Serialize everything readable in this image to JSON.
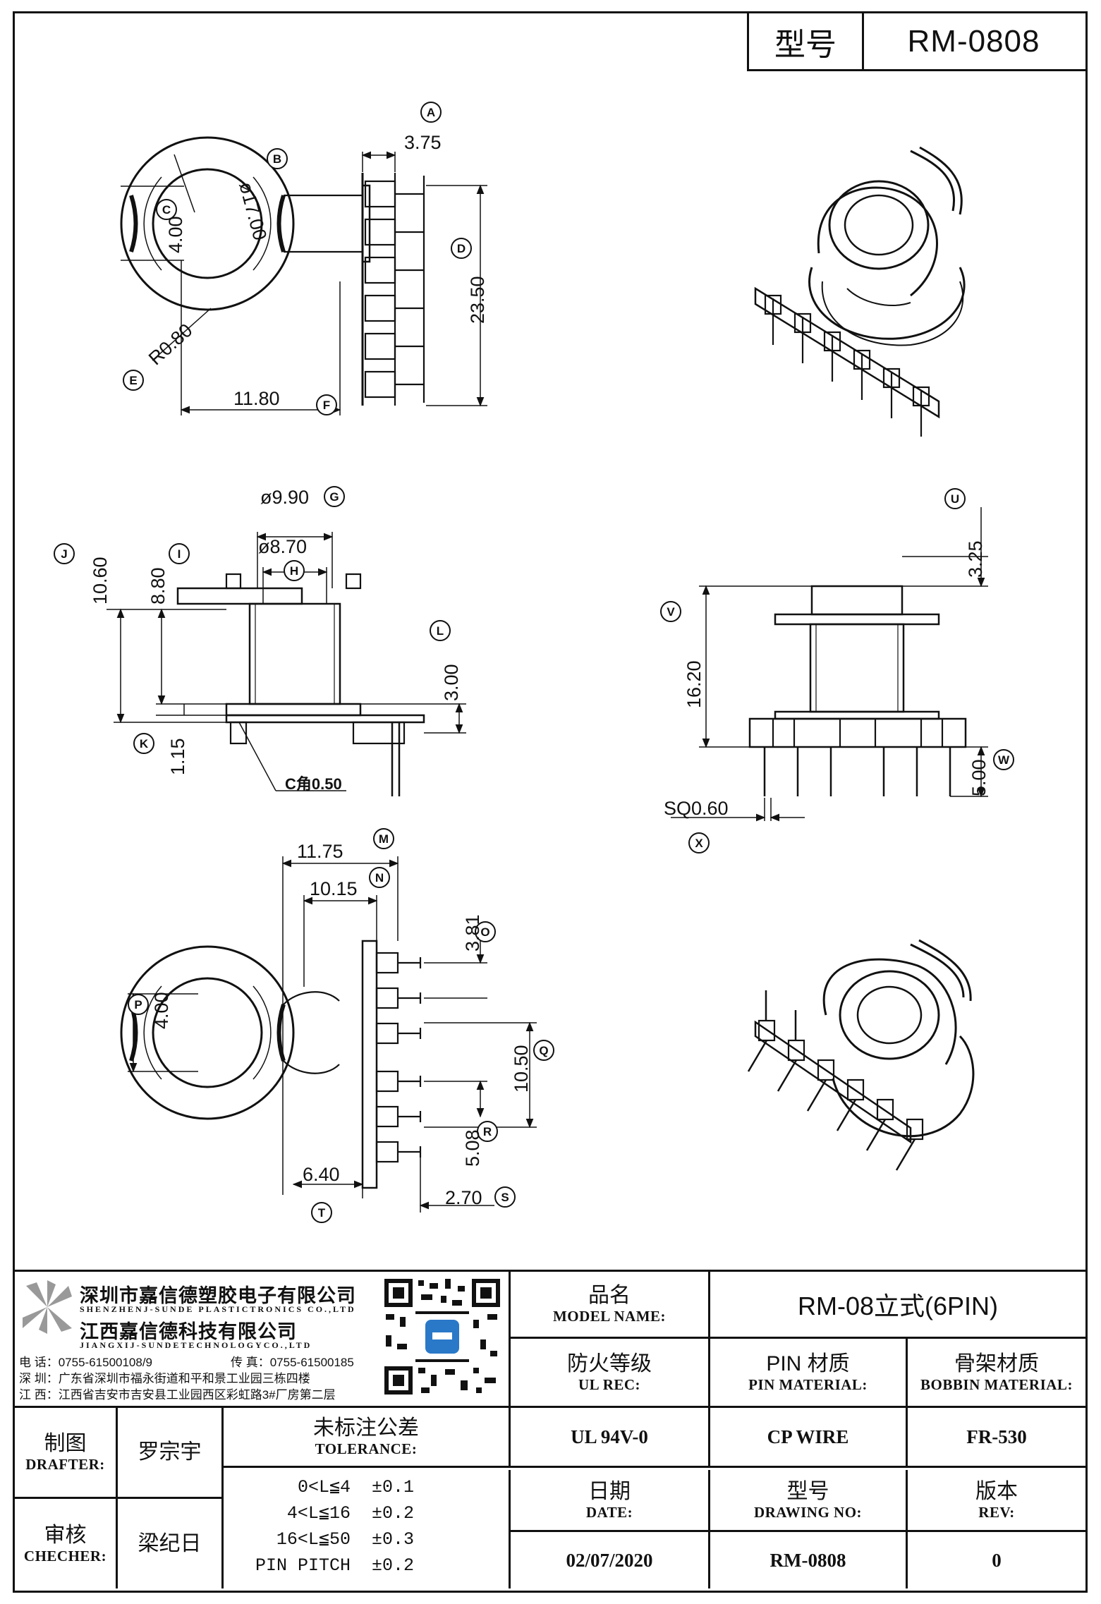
{
  "title_block_top": {
    "label": "型号",
    "value": "RM-0808"
  },
  "dimensions": {
    "A": "3.75",
    "B": "ø17.00",
    "C": "4.00",
    "D": "23.50",
    "E": "R0.80",
    "F": "11.80",
    "G": "ø9.90",
    "H": "ø8.70",
    "I": "8.80",
    "J": "10.60",
    "K": "1.15",
    "L": "3.00",
    "chamfer": "C角0.50",
    "U": "3.25",
    "V": "16.20",
    "W": "5.00",
    "X": "SQ0.60",
    "M": "11.75",
    "N": "10.15",
    "O": "3.81",
    "P": "4.00",
    "Q": "10.50",
    "R": "5.08",
    "S": "2.70",
    "T": "6.40"
  },
  "company": {
    "name_cn_1": "深圳市嘉信德塑胶电子有限公司",
    "name_en_1": "SHENZHENJ-SUNDE PLASTICTRONICS CO.,LTD",
    "name_cn_2": "江西嘉信德科技有限公司",
    "name_en_2": "JIANGXIJ-SUNDETECHNOLOGYCO.,LTD",
    "phone": "电 话：0755-61500108/9",
    "fax": "传 真：0755-61500185",
    "addr_sz": "深 圳：广东省深圳市福永街道和平和景工业园三栋四楼",
    "addr_jx": "江 西：江西省吉安市吉安县工业园西区彩虹路3#厂房第二层"
  },
  "title_block": {
    "model_name_cn": "品名",
    "model_name_en": "MODEL NAME:",
    "model_name_value": "RM-08立式(6PIN)",
    "ul_cn": "防火等级",
    "ul_en": "UL REC:",
    "ul_value": "UL 94V-0",
    "pin_cn": "PIN 材质",
    "pin_en": "PIN MATERIAL:",
    "pin_value": "CP WIRE",
    "bobbin_cn": "骨架材质",
    "bobbin_en": "BOBBIN MATERIAL:",
    "bobbin_value": "FR-530",
    "drafter_cn": "制图",
    "drafter_en": "DRAFTER:",
    "drafter_value": "罗宗宇",
    "checker_cn": "审核",
    "checker_en": "CHECHER:",
    "checker_value": "梁纪日",
    "tolerance_cn": "未标注公差",
    "tolerance_en": "TOLERANCE:",
    "tolerances": [
      {
        "range": "0<L≦4",
        "value": "±0.1"
      },
      {
        "range": "4<L≦16",
        "value": "±0.2"
      },
      {
        "range": "16<L≦50",
        "value": "±0.3"
      },
      {
        "range": "PIN PITCH",
        "value": "±0.2"
      }
    ],
    "date_cn": "日期",
    "date_en": "DATE:",
    "date_value": "02/07/2020",
    "drawing_cn": "型号",
    "drawing_en": "DRAWING NO:",
    "drawing_value": "RM-0808",
    "rev_cn": "版本",
    "rev_en": "REV:",
    "rev_value": "0"
  }
}
